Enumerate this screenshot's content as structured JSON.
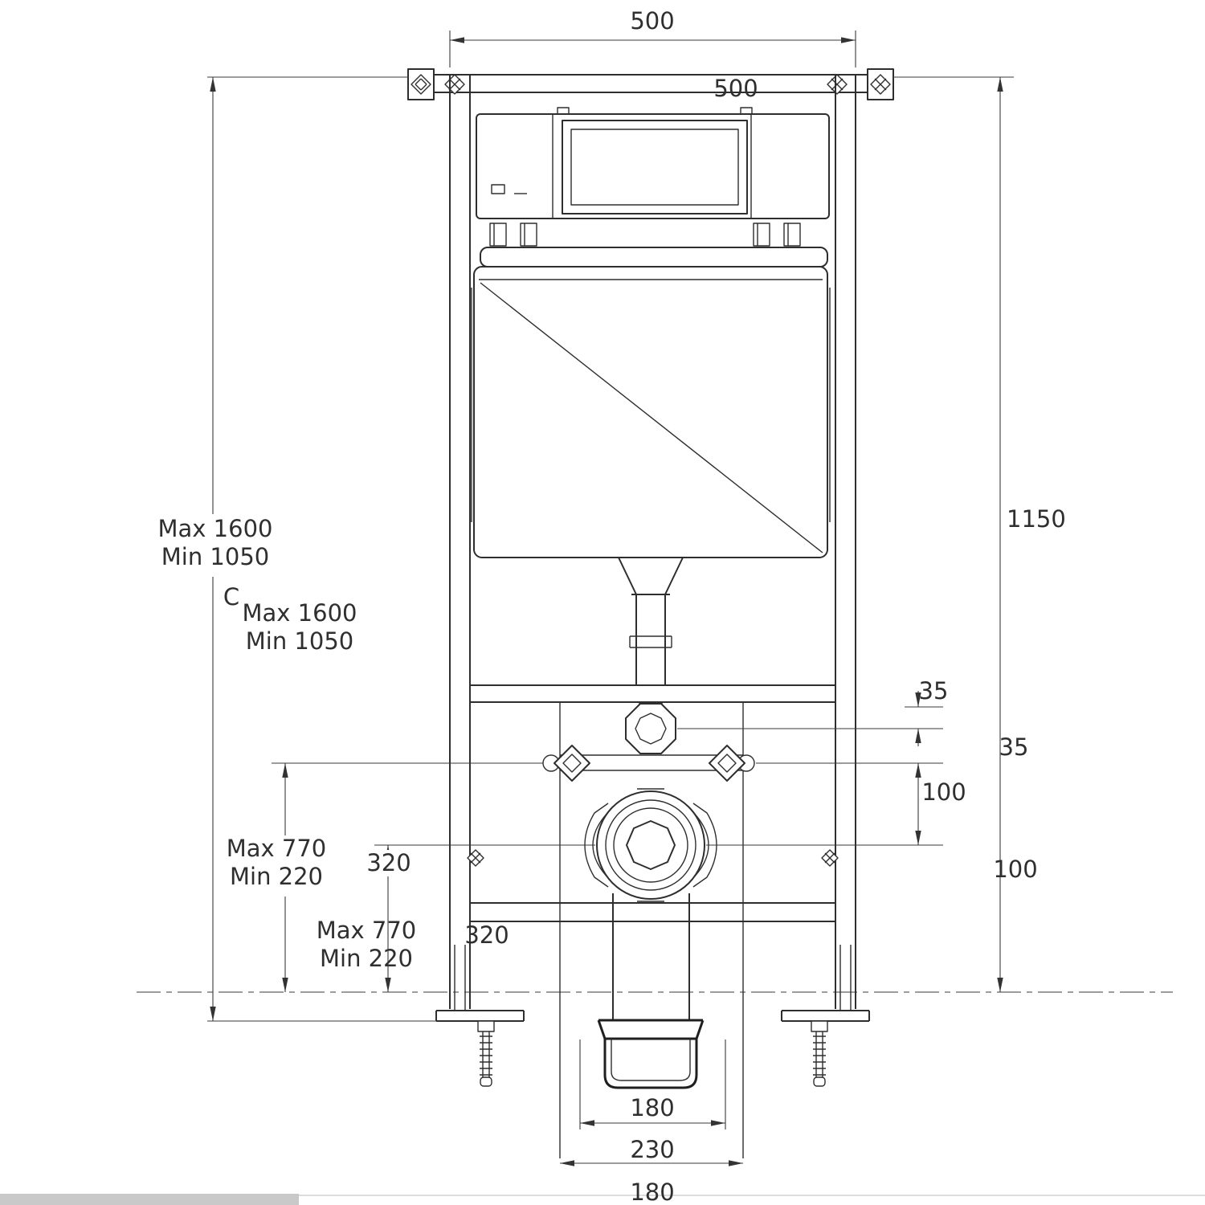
{
  "page": {
    "background": "#ffffff",
    "line_color": "#2e2e2e",
    "label_color": "#2f2f2f",
    "strip_color": "#c9c9c9"
  },
  "drawing": {
    "kind": "technical-drawing",
    "subject": "concealed-cistern-wc-frame-front-view",
    "units_implied": "mm"
  },
  "labels": {
    "width_top": "500",
    "width_top_duplicate": "500",
    "height_right": "1150",
    "frame_height_a_max": "Max 1600",
    "frame_height_a_min": "Min 1050",
    "section_ref": "C",
    "frame_height_b_max": "Max 1600",
    "frame_height_b_min": "Min 1050",
    "inlet_offset_a": "35",
    "inlet_offset_b": "35",
    "inlet_outlet_gap_a": "100",
    "inlet_outlet_gap_b": "100",
    "pan_height_a_max": "Max 770",
    "pan_height_a_min": "Min 220",
    "outlet_height_a": "320",
    "pan_height_b_max": "Max 770",
    "pan_height_b_min": "Min 220",
    "outlet_height_b": "320",
    "outlet_width_a": "180",
    "fixing_centres": "230",
    "outlet_width_b": "180"
  }
}
